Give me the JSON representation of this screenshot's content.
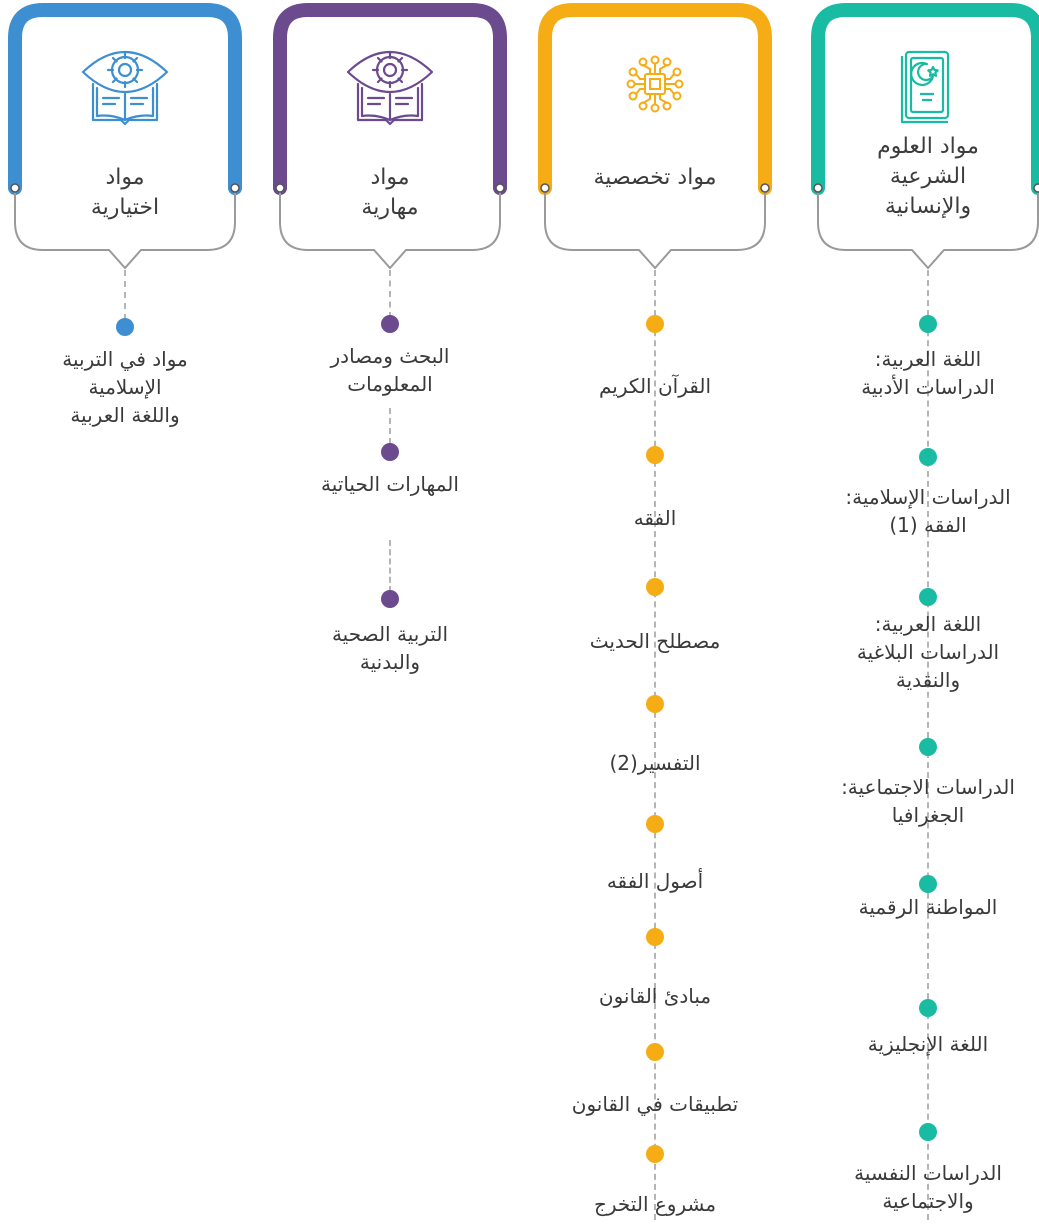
{
  "columns": [
    {
      "id": "sharia",
      "title": "مواد العلوم\nالشرعية\nوالإنسانية",
      "color": "#19bca3",
      "icon": "quran-book-icon",
      "items": [
        "اللغة العربية:\nالدراسات الأدبية",
        "الدراسات الإسلامية:\nالفقه (1)",
        "اللغة العربية:\nالدراسات البلاغية\nوالنقدية",
        "الدراسات الاجتماعية:\nالجغرافيا",
        "المواطنة الرقمية",
        "اللغة الإنجليزية",
        "الدراسات النفسية\nوالاجتماعية"
      ]
    },
    {
      "id": "specialized",
      "title": "مواد تخصصية",
      "color": "#f6ac14",
      "icon": "ai-chip-network-icon",
      "items": [
        "القرآن الكريم",
        "الفقه",
        "مصطلح الحديث",
        "التفسير(2)",
        "أصول الفقه",
        "مبادئ القانون",
        "تطبيقات في القانون",
        "مشروع التخرج"
      ]
    },
    {
      "id": "skills",
      "title": "مواد\nمهارية",
      "color": "#6b4a8e",
      "icon": "eye-gear-book-icon",
      "items": [
        "البحث ومصادر\nالمعلومات",
        "المهارات الحياتية",
        "التربية الصحية\nوالبدنية"
      ]
    },
    {
      "id": "elective",
      "title": "مواد\nاختيارية",
      "color": "#3d8fd1",
      "icon": "eye-gear-book-icon",
      "items": [
        "مواد في التربية\nالإسلامية\nواللغة العربية"
      ]
    }
  ]
}
